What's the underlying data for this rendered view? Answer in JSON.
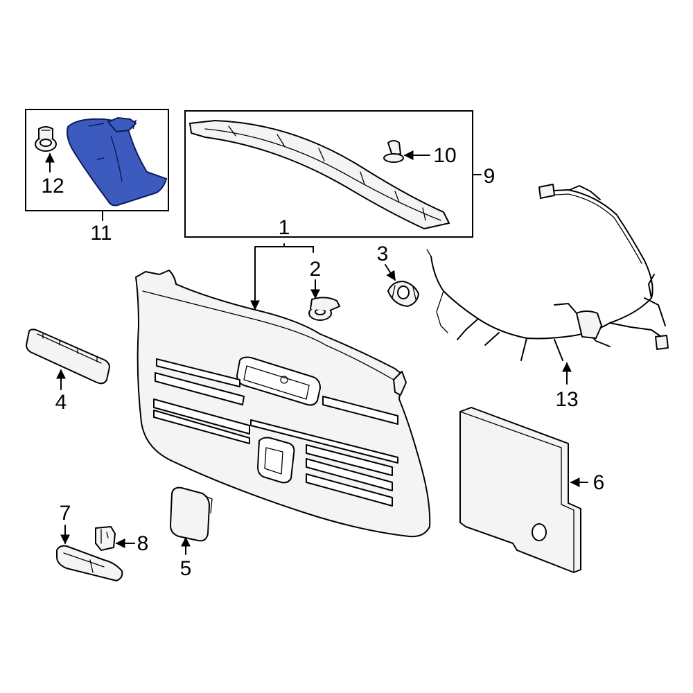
{
  "callouts": {
    "c1": "1",
    "c2": "2",
    "c3": "3",
    "c4": "4",
    "c5": "5",
    "c6": "6",
    "c7": "7",
    "c8": "8",
    "c9": "9",
    "c10": "10",
    "c11": "11",
    "c12": "12",
    "c13": "13"
  },
  "colors": {
    "highlight": "#3d5bbf",
    "line": "#000000",
    "background": "#ffffff"
  }
}
